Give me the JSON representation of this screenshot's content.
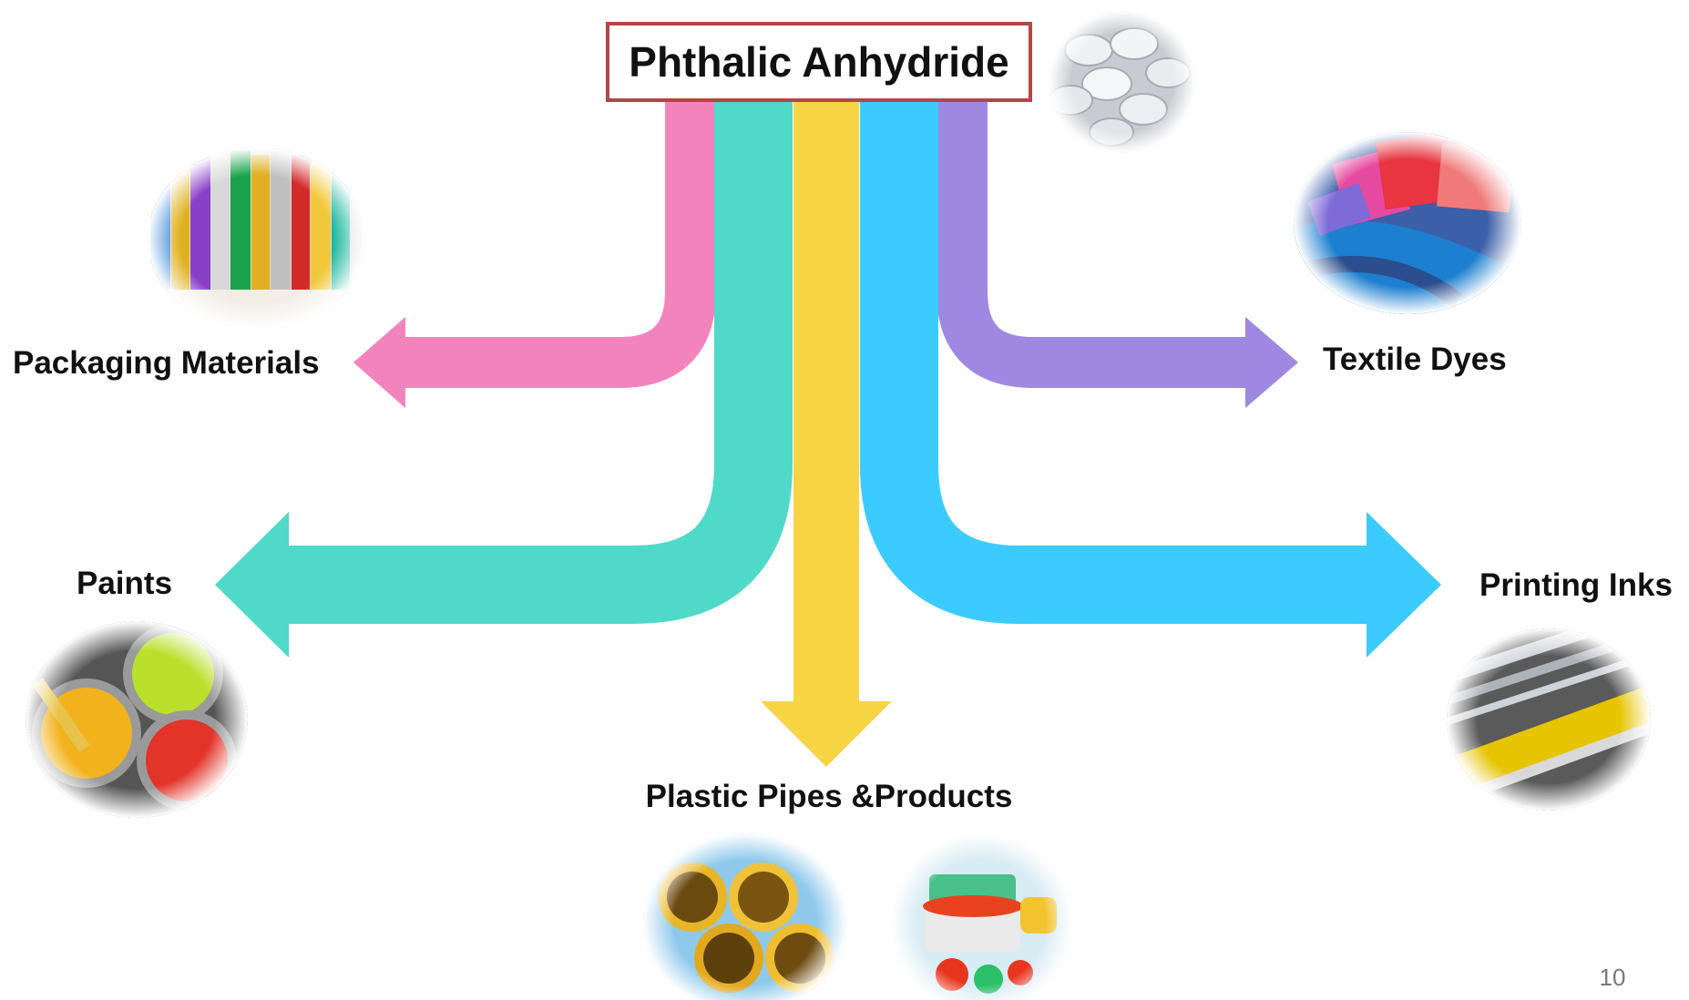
{
  "source": {
    "label": "Phthalic Anhydride",
    "border_color": "#b34646"
  },
  "destinations": [
    {
      "key": "packaging",
      "label": "Packaging Materials",
      "color": "#f383bd"
    },
    {
      "key": "paints",
      "label": "Paints",
      "color": "#4fd9c8"
    },
    {
      "key": "plastics",
      "label": "Plastic Pipes &Products",
      "color": "#f7d443"
    },
    {
      "key": "inks",
      "label": "Printing Inks",
      "color": "#3ccbff"
    },
    {
      "key": "textiles",
      "label": "Textile Dyes",
      "color": "#9e88e2"
    }
  ],
  "page_number": "10"
}
